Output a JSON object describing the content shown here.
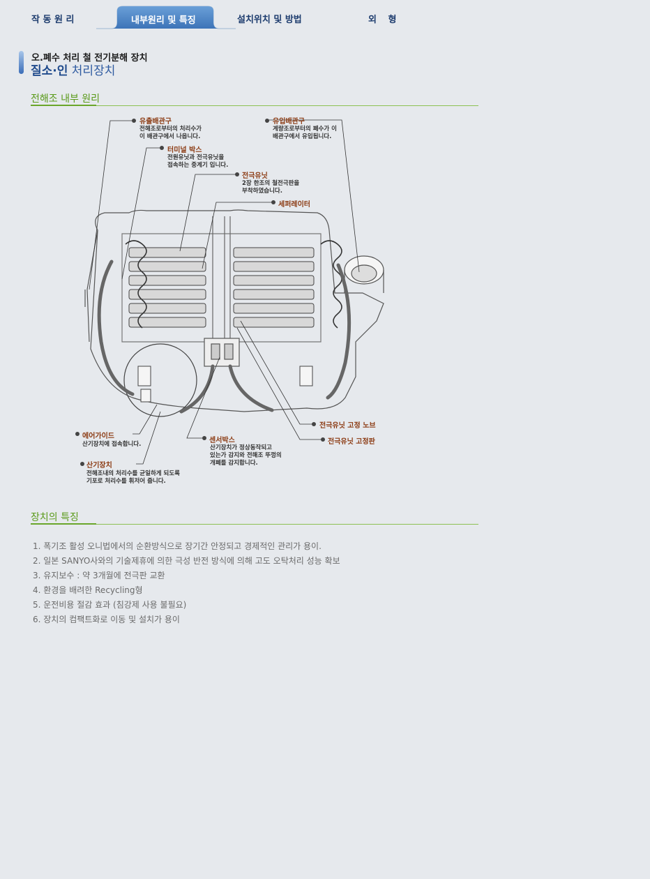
{
  "tabs": [
    {
      "label": "작 동 원 리",
      "active": false
    },
    {
      "label": "내부원리 및 특징",
      "active": true
    },
    {
      "label": "설치위치 및 방법",
      "active": false
    },
    {
      "label": "외 형",
      "active": false
    }
  ],
  "title": {
    "small": "오.폐수 처리 철 전기분해 장치",
    "big_bold": "질소·인",
    "big_rest": " 처리장치"
  },
  "section1": {
    "heading": "전해조 내부 원리"
  },
  "diagram": {
    "labels": [
      {
        "name": "유출배관구",
        "desc": [
          "전해조로부터의 처리수가",
          "이 배관구에서 나옵니다."
        ]
      },
      {
        "name": "유입배관구",
        "desc": [
          "계량조로부터의 폐수가 이",
          "배관구에서 유입됩니다."
        ]
      },
      {
        "name": "터미널 박스",
        "desc": [
          "전원유닛과 전극유닛을",
          "접속하는 중계기 입니다."
        ]
      },
      {
        "name": "전극유닛",
        "desc": [
          "2장 한조의 철전극판을",
          "부착하였습니다."
        ]
      },
      {
        "name": "세퍼레이터",
        "desc": []
      },
      {
        "name": "에어가이드",
        "desc": [
          "산기장치에 접속합니다."
        ]
      },
      {
        "name": "센서박스",
        "desc": [
          "산기장치가 정상동작되고",
          "있는가 감지와 전해조 뚜껑의",
          "개폐를 감지합니다."
        ]
      },
      {
        "name": "전극유닛 고정 노브",
        "desc": []
      },
      {
        "name": "전극유닛 고정판",
        "desc": []
      },
      {
        "name": "산기장치",
        "desc": [
          "전해조내의 처리수를 균일하게 되도록",
          "기포로 처리수를 휘저어 줍니다."
        ]
      }
    ]
  },
  "section2": {
    "heading": "장치의 특징"
  },
  "features": [
    "1. 폭기조 활성 오니법에서의 순환방식으로 장기간 안정되고 경제적인 관리가 용이.",
    "2. 일본 SANYO사와의 기술제휴에 의한 극성 반전 방식에 의해 고도 오탁처리 성능 확보",
    "3. 유지보수 : 약 3개월에 전극판 교환",
    "4. 환경을 배려한 Recycling형",
    "5. 운전비용 절감 효과 (침강제 사용 불필요)",
    "6. 장치의 컴팩트화로 이동 및 설치가 용이"
  ],
  "colors": {
    "accent": "#4a82c4",
    "section": "#5a9a1a",
    "tab_text": "#1d3c6e"
  }
}
